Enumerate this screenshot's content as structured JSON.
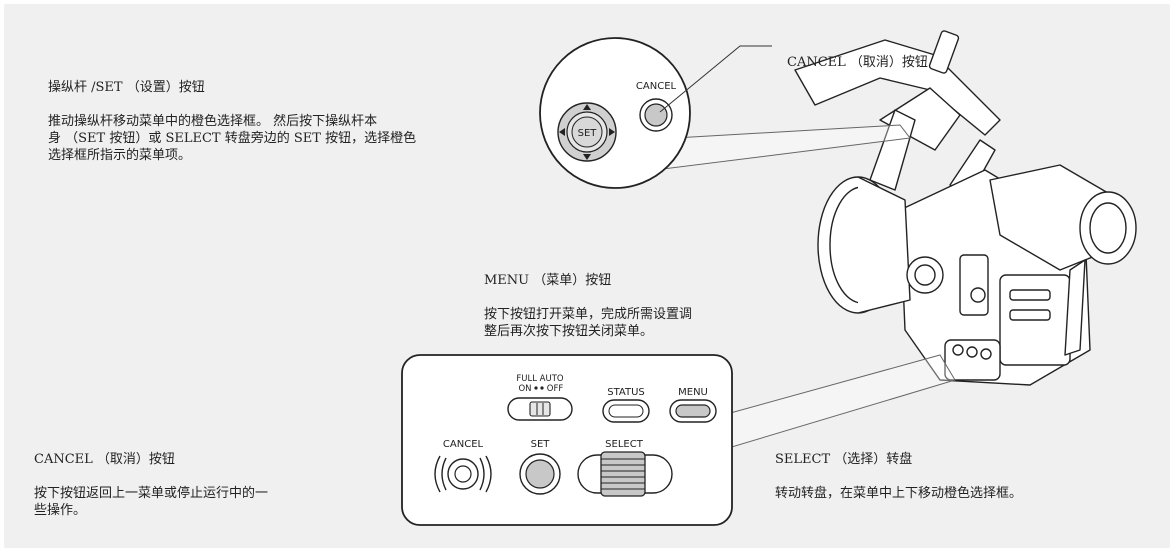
{
  "callouts": {
    "joystick": {
      "title": "操纵杆 /SET （设置）按钮",
      "body": "推动操纵杆移动菜单中的橙色选择框。 然后按下操纵杆本\n身 （SET 按钮）或 SELECT 转盘旁边的 SET 按钮，选择橙色\n选择框所指示的菜单项。"
    },
    "cancel_top": {
      "title": "CANCEL （取消）按钮"
    },
    "menu": {
      "title": "MENU （菜单）按钮",
      "body": "按下按钮打开菜单，完成所需设置调\n整后再次按下按钮关闭菜单。"
    },
    "cancel_bottom": {
      "title": "CANCEL （取消）按钮",
      "body": "按下按钮返回上一菜单或停止运行中的一\n些操作。"
    },
    "select": {
      "title": "SELECT （选择）转盘",
      "body": "转动转盘，在菜单中上下移动橙色选择框。"
    }
  },
  "zoom_top": {
    "cancel_label": "CANCEL",
    "set_label": "SET"
  },
  "zoom_bottom": {
    "full_auto_label": "FULL AUTO",
    "on_label": "ON",
    "off_label": "OFF",
    "status_label": "STATUS",
    "menu_label": "MENU",
    "cancel_label": "CANCEL",
    "set_label": "SET",
    "select_label": "SELECT"
  },
  "colors": {
    "panel": "#f0f0f0",
    "outline": "#222222",
    "button_fill": "#c8c8c8",
    "leader": "#555555"
  }
}
